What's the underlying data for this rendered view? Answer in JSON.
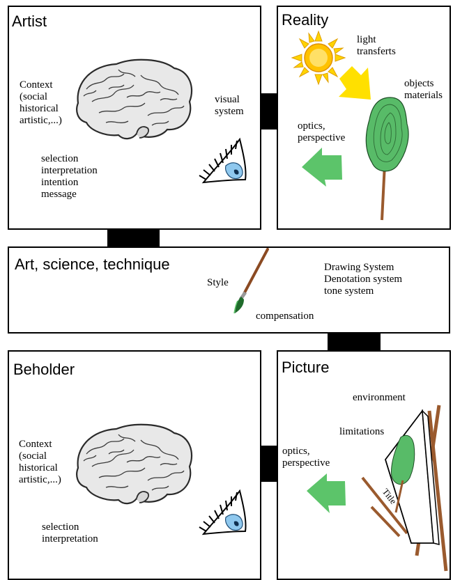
{
  "panels": {
    "artist": {
      "title": "Artist",
      "context": "Context\n(social\nhistorical\nartistic,...)",
      "visual_system": "visual\nsystem",
      "intent": "selection\ninterpretation\nintention\nmessage"
    },
    "reality": {
      "title": "Reality",
      "light": "light\ntransferts",
      "objects": "objects\nmaterials",
      "optics": "optics,\nperspective"
    },
    "technique": {
      "title": "Art, science, technique",
      "style": "Style",
      "systems": "Drawing System\nDenotation system\ntone system",
      "compensation": "compensation"
    },
    "beholder": {
      "title": "Beholder",
      "context": "Context\n(social\nhistorical\nartistic,...)",
      "selection": "selection\ninterpretation"
    },
    "picture": {
      "title": "Picture",
      "environment": "environment",
      "limitations": "limitations",
      "optics": "optics,\nperspective",
      "canvas_title": "Title"
    }
  },
  "colors": {
    "arrow_yellow": "#ffe000",
    "arrow_green": "#5cc46a",
    "tree_green": "#58bb68",
    "trunk_brown": "#9a5a2e",
    "sun_yellow": "#ffd400"
  },
  "icons": [
    "brain-icon",
    "eye-icon",
    "sun-icon",
    "tree-icon",
    "paintbrush-icon",
    "easel-icon"
  ]
}
